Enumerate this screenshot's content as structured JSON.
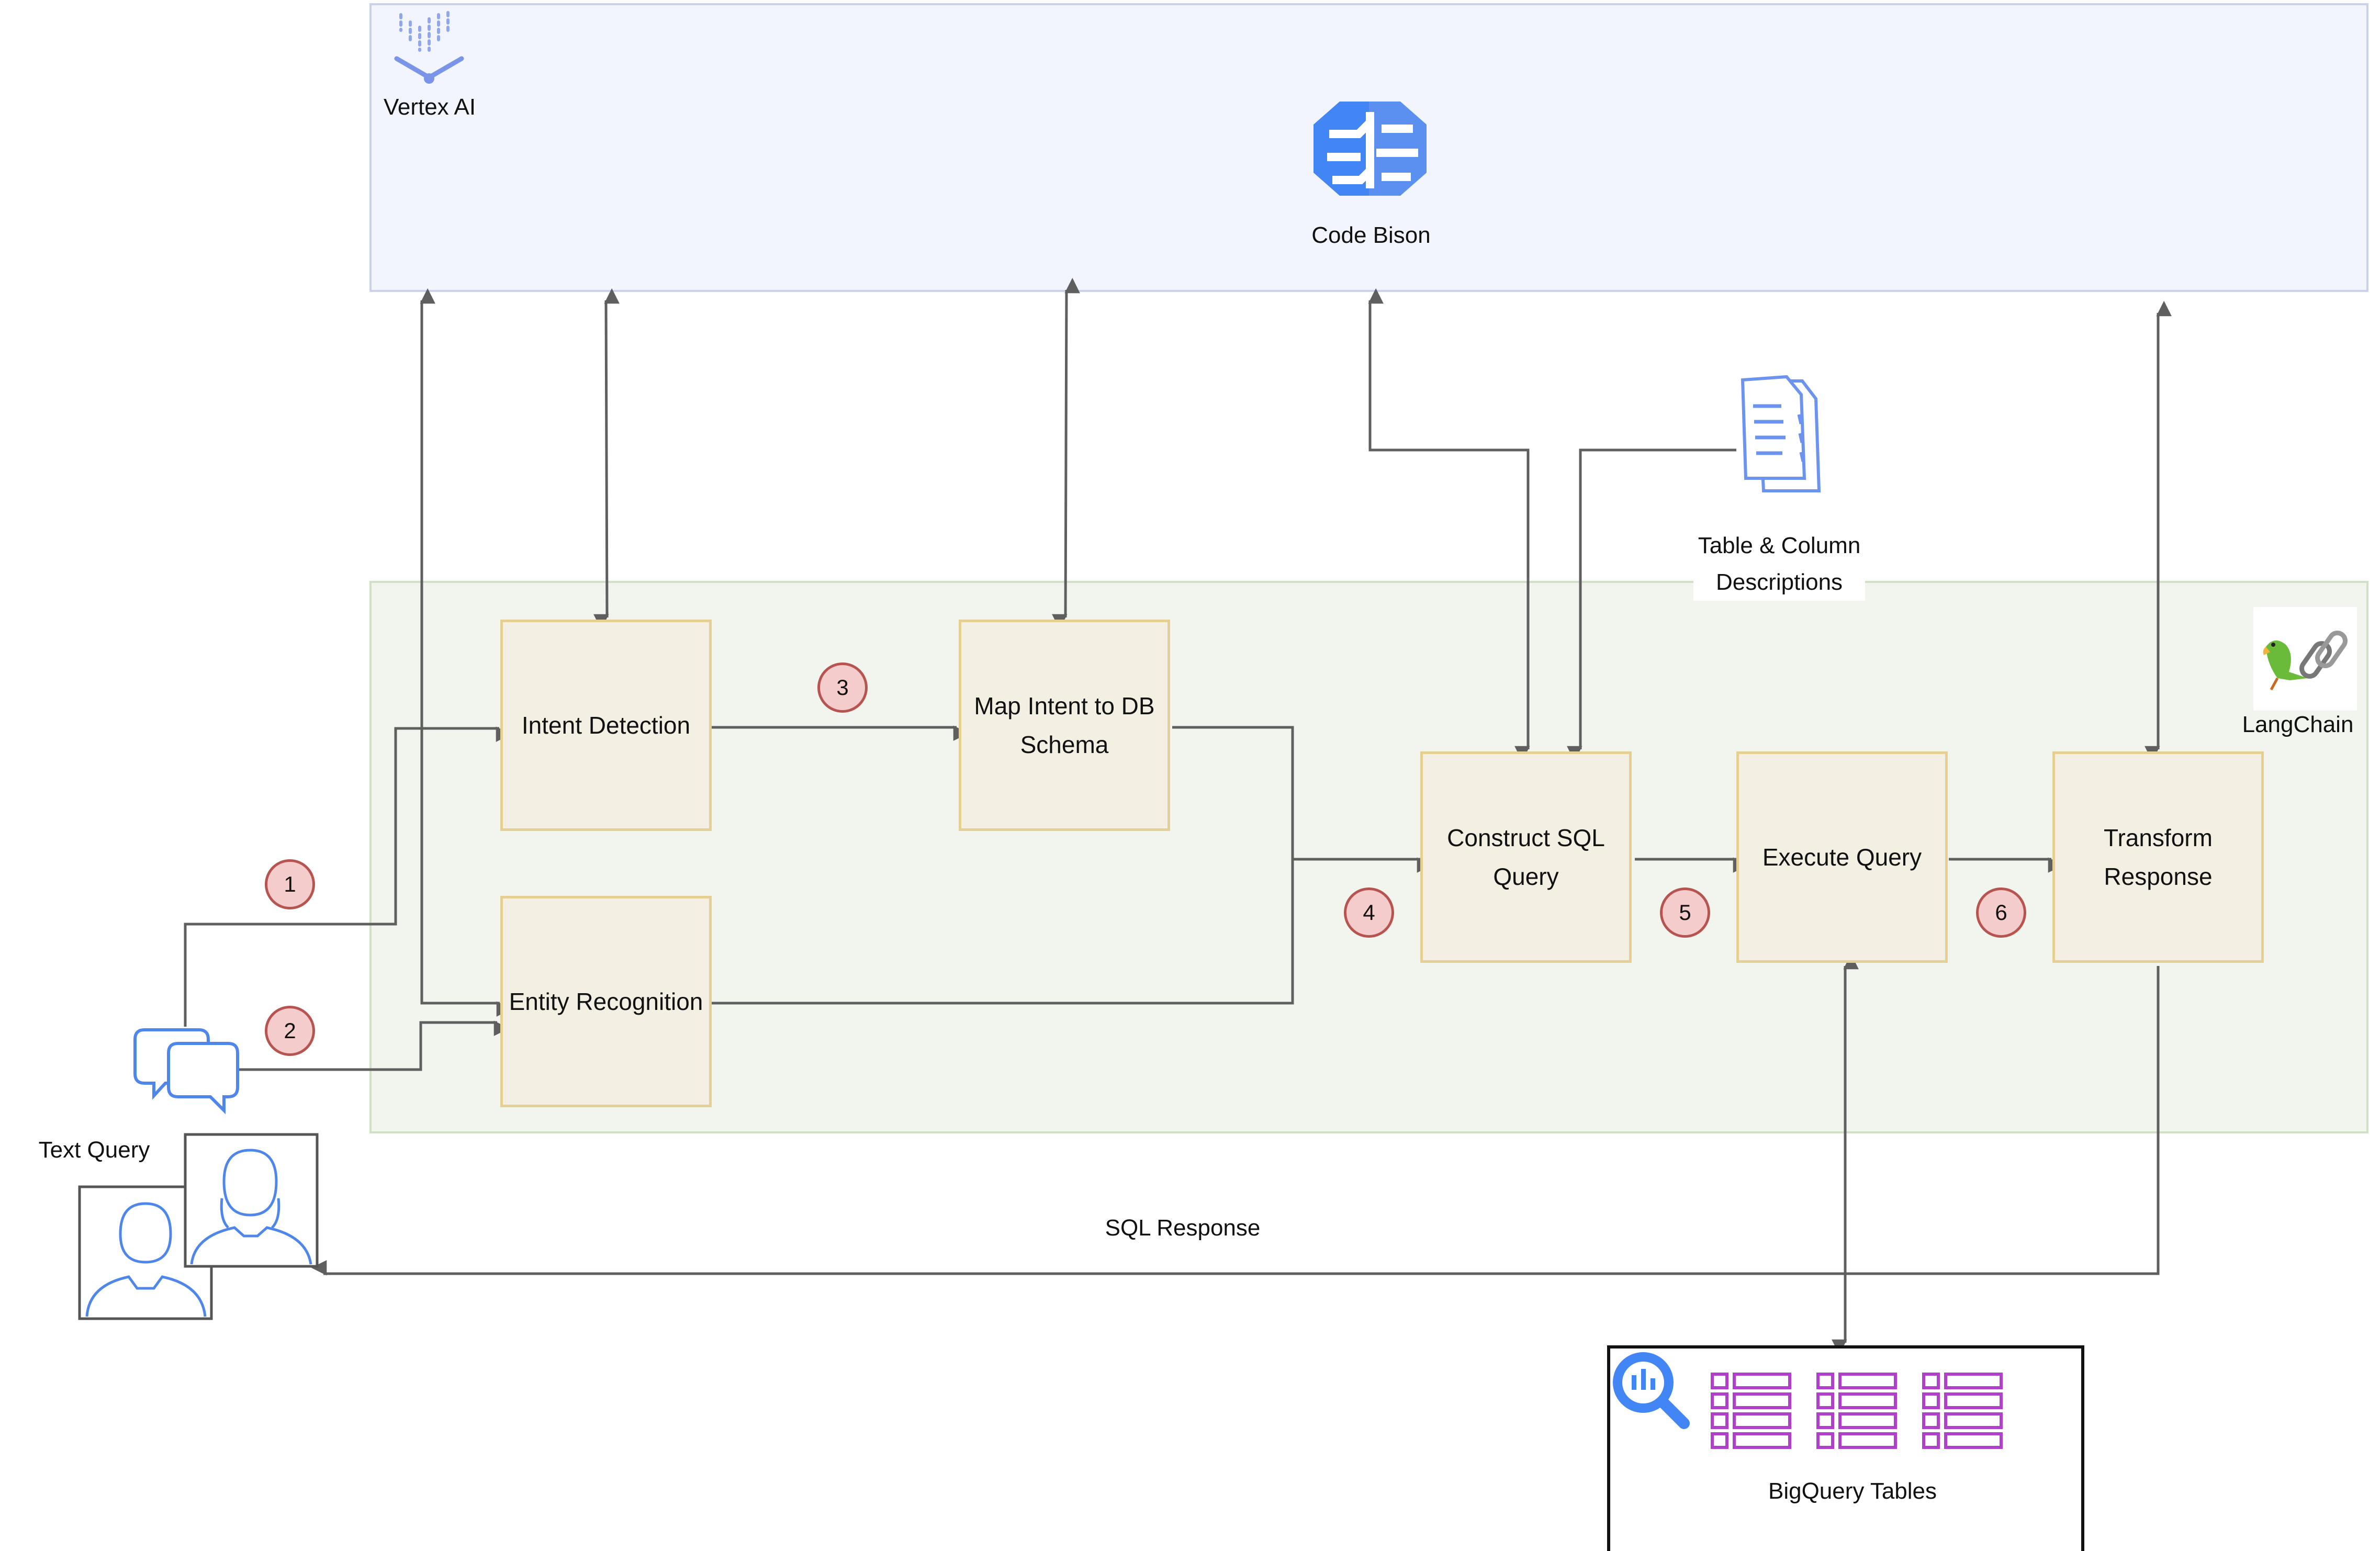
{
  "regions": {
    "vertex": {
      "label": "Vertex AI",
      "model": "Code Bison"
    },
    "langchain": {
      "label": "LangChain",
      "icon": "parrot-chain-icon"
    }
  },
  "steps": {
    "intent_detection": "Intent Detection",
    "map_intent_line1": "Map Intent to DB",
    "map_intent_line2": "Schema",
    "entity_recognition": "Entity Recognition",
    "construct_sql_line1": "Construct SQL",
    "construct_sql_line2": "Query",
    "execute_query": "Execute Query",
    "transform_line1": "Transform",
    "transform_line2": "Response"
  },
  "badges": [
    "1",
    "2",
    "3",
    "4",
    "5",
    "6"
  ],
  "descriptions": {
    "line1": "Table & Column",
    "line2": "Descriptions"
  },
  "users": {
    "text_query": "Text Query",
    "sql_response": "SQL Response"
  },
  "bigquery": {
    "label": "BigQuery Tables"
  },
  "colors": {
    "vertex_fill": "#f2f5fd",
    "vertex_border": "#c9d3ea",
    "langchain_fill": "#f1f5ee",
    "langchain_border": "#cfe2c6",
    "step_fill": "#f3efe3",
    "step_border": "#e6cf93",
    "badge_fill": "#f4cccc",
    "badge_border": "#b85450",
    "arrow": "#5f5f5f",
    "google_blue": "#4285f4",
    "bigquery_purple": "#b03fcb"
  }
}
